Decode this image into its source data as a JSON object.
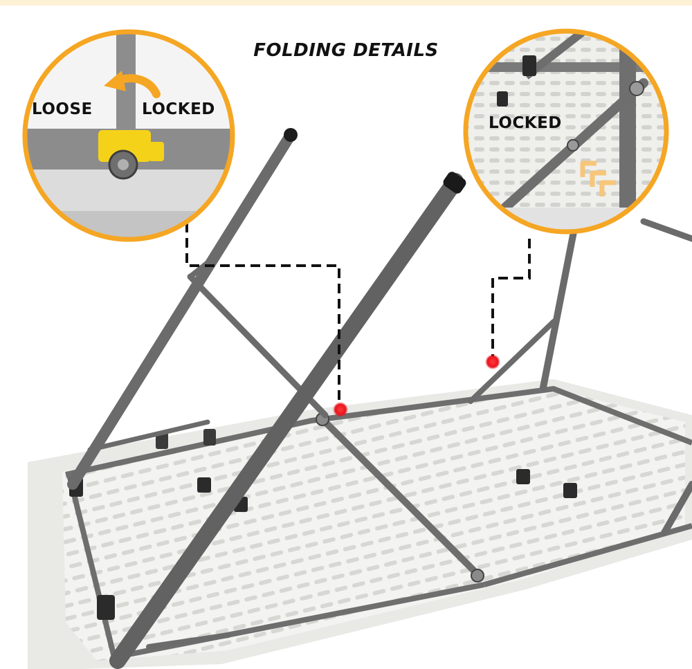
{
  "title": "FOLDING DETAILS",
  "left_callout": {
    "loose_label": "LOOSE",
    "locked_label": "LOCKED"
  },
  "right_callout": {
    "locked_label": "LOCKED"
  },
  "colors": {
    "accent_ring": "#f5a623",
    "top_band": "#fdf1d6",
    "frame": "#6e6e6e",
    "marker": "#e8141e",
    "latch": "#f5d21a",
    "table_top": "#f3f3f1"
  },
  "icons": [
    "curved-arrow-icon",
    "chevron-arrows-icon"
  ]
}
